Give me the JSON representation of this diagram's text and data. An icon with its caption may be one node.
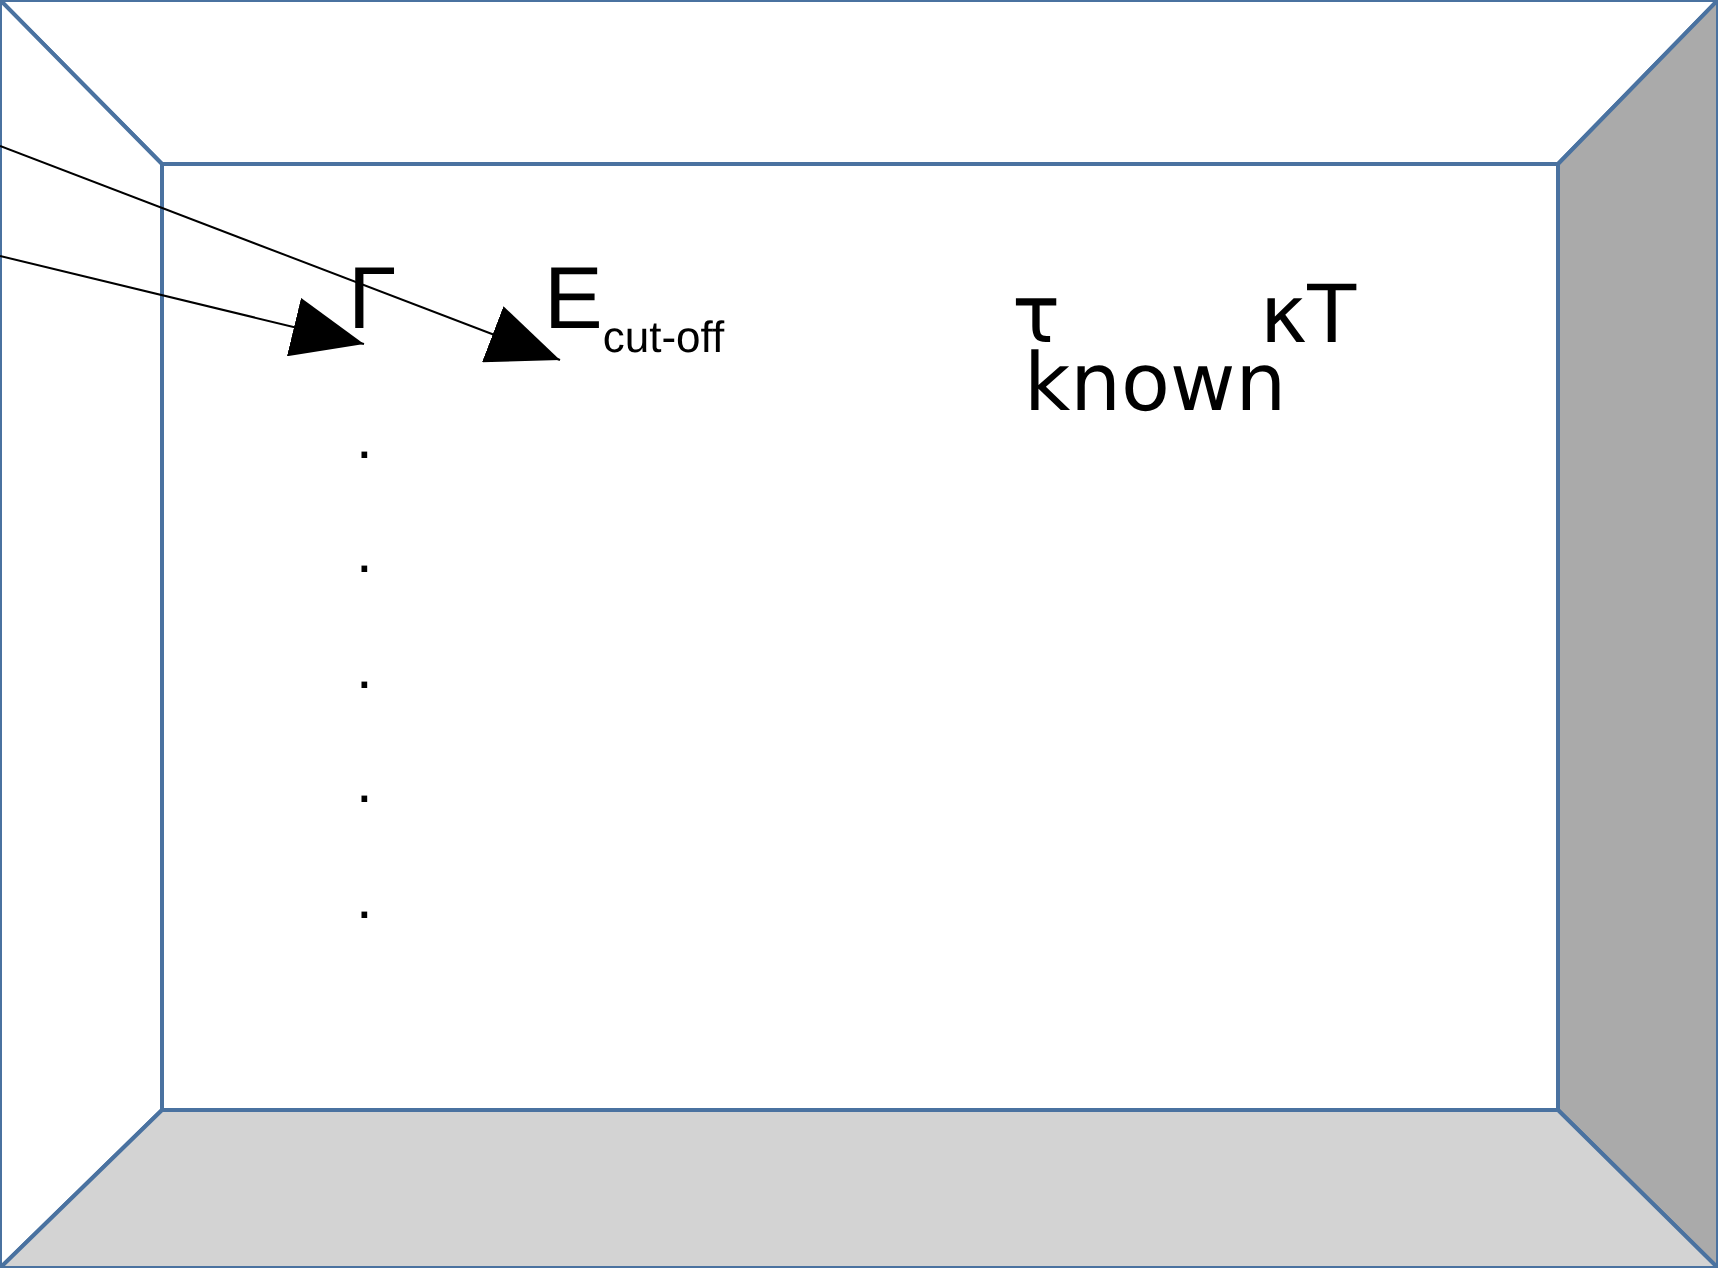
{
  "diagram": {
    "nodes": [
      {
        "text": [
          "Γ"
        ]
      },
      {
        "text": [
          "E$_{cut-off}$"
        ]
      }
    ],
    "edges": [
      {
        "from": null,
        "to": 0,
        "arrow": "to"
      },
      {
        "from": null,
        "to": 1,
        "arrow": "to"
      }
    ],
    "labels": [
      "τ",
      "κT",
      "known",
      ".",
      ".",
      ".",
      ".",
      "."
    ]
  }
}
